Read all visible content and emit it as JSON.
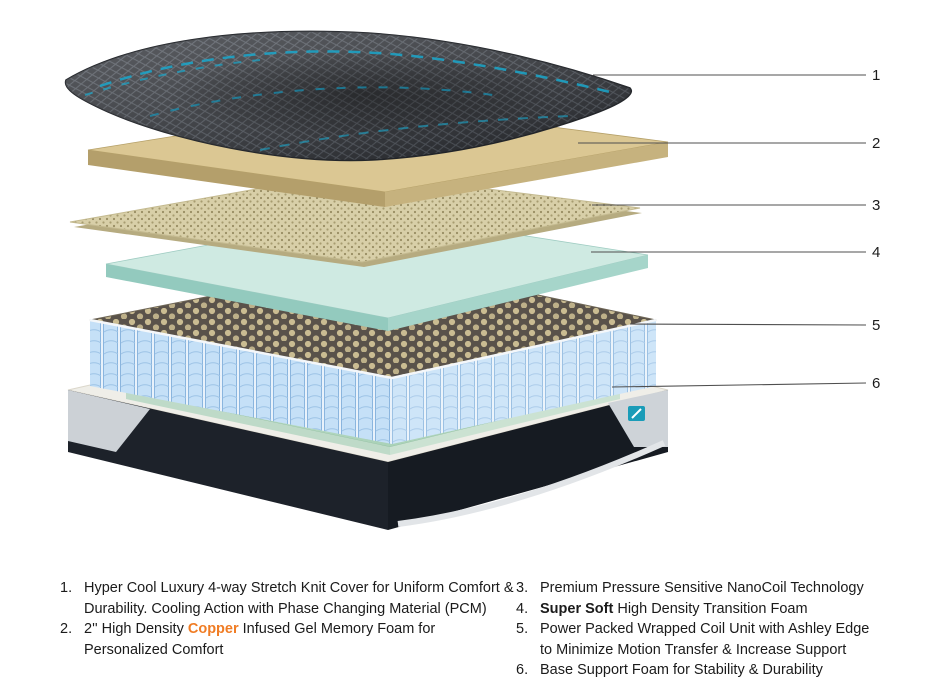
{
  "diagram": {
    "callouts": [
      {
        "label": "1"
      },
      {
        "label": "2"
      },
      {
        "label": "3"
      },
      {
        "label": "4"
      },
      {
        "label": "5"
      },
      {
        "label": "6"
      }
    ]
  },
  "legend": {
    "left": [
      {
        "num": "1.",
        "parts": [
          {
            "t": "Hyper Cool Luxury 4-way Stretch Knit Cover for Uniform Comfort & Durability. Cooling Action with Phase Changing Material (PCM)"
          }
        ]
      },
      {
        "num": "2.",
        "parts": [
          {
            "t": "2'' High Density "
          },
          {
            "t": "Copper",
            "style": "copper"
          },
          {
            "t": " Infused Gel Memory Foam for Personalized Comfort"
          }
        ]
      }
    ],
    "right": [
      {
        "num": "3.",
        "parts": [
          {
            "t": "Premium Pressure Sensitive NanoCoil Technology"
          }
        ]
      },
      {
        "num": "4.",
        "parts": [
          {
            "t": "Super Soft",
            "style": "bold"
          },
          {
            "t": " High Density Transition Foam"
          }
        ]
      },
      {
        "num": "5.",
        "parts": [
          {
            "t": "Power Packed Wrapped Coil Unit with Ashley Edge to Minimize Motion Transfer & Increase Support"
          }
        ]
      },
      {
        "num": "6.",
        "parts": [
          {
            "t": "Base Support Foam for Stability & Durability"
          }
        ]
      }
    ]
  },
  "colors": {
    "copper_highlight": "#f07c24",
    "logo_teal": "#1a9cb8"
  }
}
